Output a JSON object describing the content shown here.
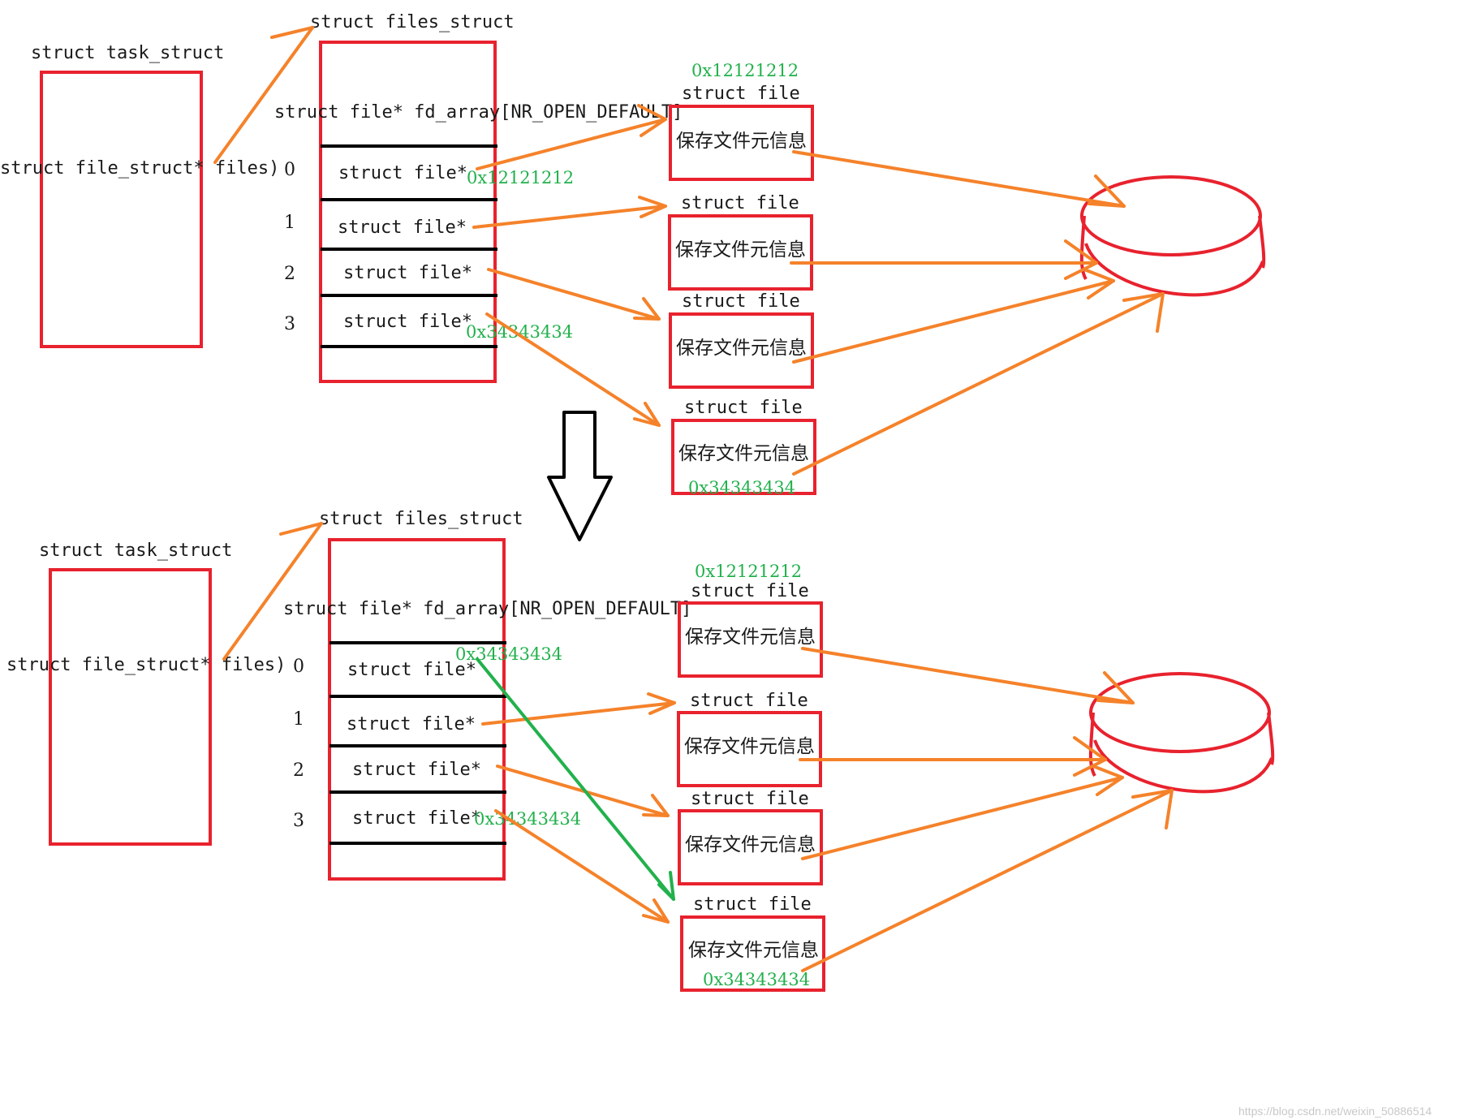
{
  "colors": {
    "box": "#e8222e",
    "pointer": "#f5822a",
    "changed_pointer": "#22b14c",
    "address": "#22b14c",
    "divider": "#000000",
    "text": "#1a1a1a"
  },
  "labels": {
    "task_struct": "struct task_struct",
    "files_member": "struct file_struct* files)",
    "files_struct": "struct files_struct",
    "fd_array": "struct file* fd_array[NR_OPEN_DEFAULT]",
    "fd_slot": "struct file*",
    "struct_file": "struct file",
    "file_meta": "保存文件元信息"
  },
  "indices": [
    "0",
    "1",
    "2",
    "3"
  ],
  "addresses": {
    "file0": "0x12121212",
    "file3": "0x34343434"
  },
  "before": {
    "slot0_addr": "0x12121212",
    "slot3_addr": "0x34343434"
  },
  "after": {
    "slot0_addr": "0x34343434",
    "slot3_addr": "0x34343434"
  },
  "transition_arrow_icon": "down-arrow-icon",
  "watermark": "https://blog.csdn.net/weixin_50886514"
}
